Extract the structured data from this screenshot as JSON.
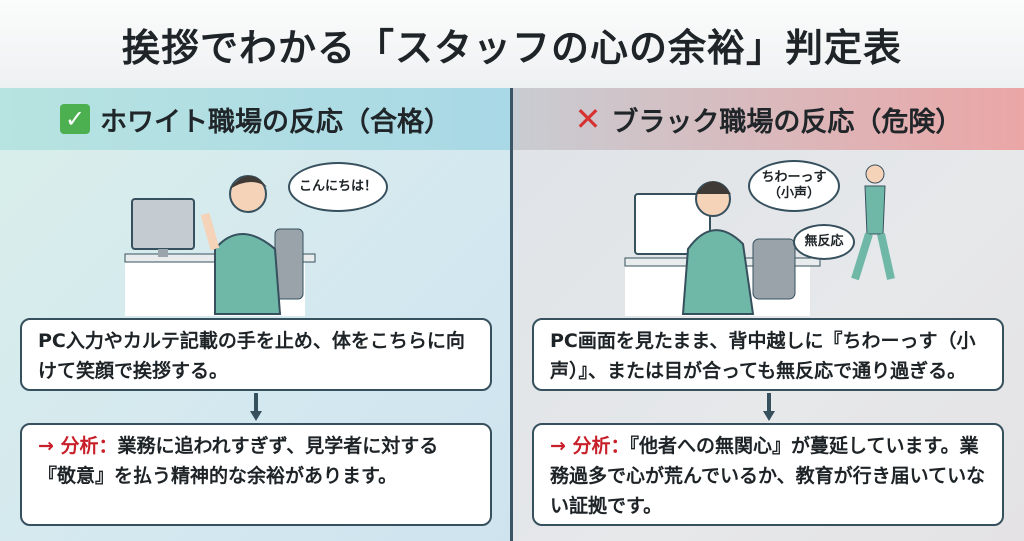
{
  "title": "挨拶でわかる「スタッフの心の余裕」判定表",
  "left": {
    "header": "ホワイト職場の反応（合格）",
    "icon": "check-icon",
    "bubble": "こんにちは！",
    "situation": "PC入力やカルテ記載の手を止め、体をこちらに向けて笑顔で挨拶する。",
    "analysis_label": "→ 分析：",
    "analysis": "業務に追われすぎず、見学者に対する『敬意』を払う精神的な余裕があります。"
  },
  "right": {
    "header": "ブラック職場の反応（危険）",
    "icon": "cross-icon",
    "bubble1": "ちわーっす（小声）",
    "bubble2": "無反応",
    "situation": "PC画面を見たまま、背中越しに『ちわーっす（小声）』、または目が合っても無反応で通り過ぎる。",
    "analysis_label": "→ 分析：",
    "analysis": "『他者への無関心』が蔓延しています。業務過多で心が荒んでいるか、教育が行き届いていない証拠です。"
  }
}
